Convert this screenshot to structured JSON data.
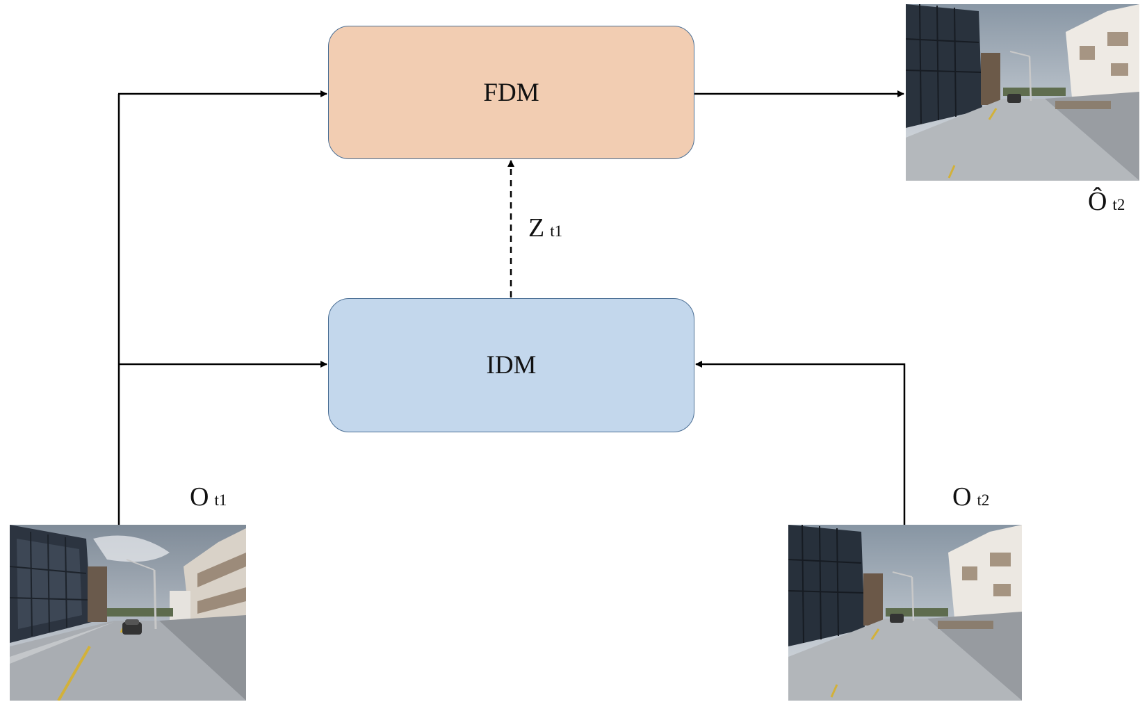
{
  "nodes": {
    "fdm": "FDM",
    "idm": "IDM"
  },
  "labels": {
    "ot1": {
      "symbol": "O",
      "sub": "t1"
    },
    "ot2": {
      "symbol": "O",
      "sub": "t2"
    },
    "ohat_t2": {
      "symbol": "Ô",
      "sub": "t2"
    },
    "z_t1": {
      "symbol": "Z",
      "sub": "t1"
    }
  },
  "images": {
    "observation_t1": "street-scene-image",
    "observation_t2": "street-scene-image",
    "predicted_t2": "street-scene-image"
  },
  "edges": [
    {
      "from": "O t1",
      "to": "FDM",
      "style": "solid"
    },
    {
      "from": "O t1",
      "to": "IDM",
      "style": "solid"
    },
    {
      "from": "O t2",
      "to": "IDM",
      "style": "solid"
    },
    {
      "from": "IDM",
      "to": "FDM",
      "label": "Z t1",
      "style": "dashed"
    },
    {
      "from": "FDM",
      "to": "Ô t2",
      "style": "solid"
    }
  ],
  "colors": {
    "fdm_fill": "#f2cdb2",
    "idm_fill": "#c3d7ec",
    "box_border": "#4a6e94",
    "arrow": "#000000"
  }
}
